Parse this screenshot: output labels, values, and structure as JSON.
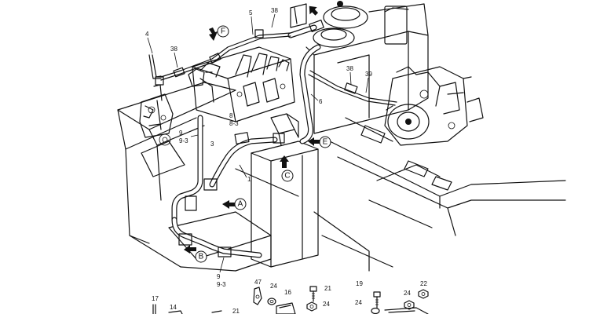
{
  "callouts": {
    "view_a": "A",
    "view_b": "B",
    "view_c": "C",
    "view_e": "E",
    "view_f": "F"
  },
  "part_numbers": {
    "p1": "1",
    "p3": "3",
    "p4": "4",
    "p5": "5",
    "p6": "6",
    "p8": "8",
    "p8_3": "8-3",
    "p9_top": "9",
    "p9_3_top": "9-3",
    "p9_bottom": "9",
    "p9_3_bottom": "9-3",
    "p14": "14",
    "p16": "16",
    "p17": "17",
    "p19": "19",
    "p21_a": "21",
    "p21_b": "21",
    "p22": "22",
    "p24_a": "24",
    "p24_b": "24",
    "p24_c": "24",
    "p24_d": "24",
    "p38_top": "38",
    "p38_left": "38",
    "p38_right": "38",
    "p39": "39",
    "p47": "47"
  }
}
